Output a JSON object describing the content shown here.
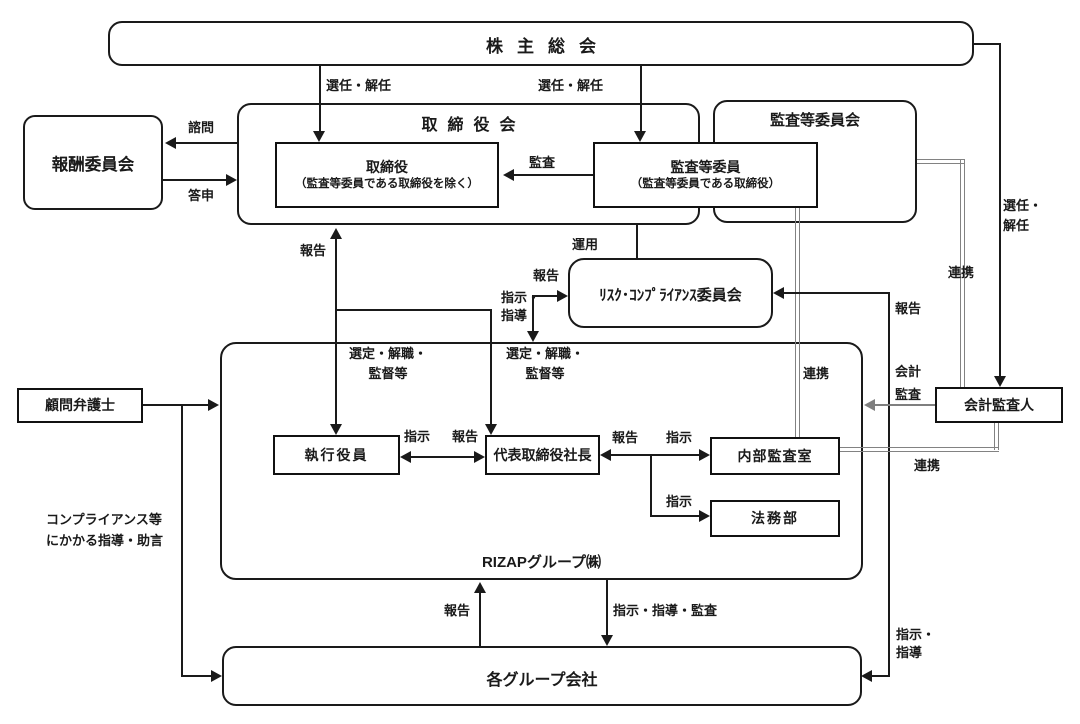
{
  "colors": {
    "line": "#1a1a1a",
    "double_line": "#828282",
    "gray_arrow": "#7f7f7f",
    "background": "#ffffff"
  },
  "nodes": {
    "shareholders": {
      "label": "株主総会"
    },
    "compensation": {
      "label": "報酬委員会"
    },
    "board": {
      "label": "取締役会"
    },
    "directors": {
      "label": "取締役",
      "sub": "（監査等委員である取締役を除く）"
    },
    "audit_committee": {
      "label": "監査等委員会"
    },
    "audit_members": {
      "label": "監査等委員",
      "sub": "（監査等委員である取締役）"
    },
    "risk_committee": {
      "label": "ﾘｽｸ･ｺﾝﾌﾟﾗｲｱﾝｽ委員会"
    },
    "rizap": {
      "label": "RIZAPグループ㈱"
    },
    "exec_officers": {
      "label": "執行役員"
    },
    "president": {
      "label": "代表取締役社長"
    },
    "internal_audit": {
      "label": "内部監査室"
    },
    "legal": {
      "label": "法務部"
    },
    "lawyer": {
      "label": "顧問弁護士"
    },
    "accounting_auditor": {
      "label": "会計監査人"
    },
    "group_companies": {
      "label": "各グループ会社"
    }
  },
  "edges": {
    "appoint_dismiss_1": "選任・解任",
    "appoint_dismiss_2": "選任・解任",
    "appoint_dismiss_3": "選任・\n解任",
    "consult": "諮問",
    "reply": "答申",
    "audit": "監査",
    "report_to_board": "報告",
    "select_supervise_1": "選定・解職・\n監督等",
    "select_supervise_2": "選定・解職・\n監督等",
    "operation": "運用",
    "report_to_risk": "報告",
    "instruct_guide_risk": "指示・\n指導",
    "cooperation_internal": "連携",
    "cooperation_auditor": "連携",
    "report_group_to_risk": "報告",
    "accounting_audit": "会計\n監査",
    "cooperation_bottom": "連携",
    "instruct_exec": "指示",
    "report_exec": "報告",
    "report_president": "報告",
    "instruct_internal": "指示",
    "instruct_legal": "指示",
    "compliance_advice": "コンプライアンス等\nにかかる指導・助言",
    "report_group": "報告",
    "instruct_guide_audit_group": "指示・指導・監査",
    "instruct_guide_group": "指示・\n指導"
  }
}
